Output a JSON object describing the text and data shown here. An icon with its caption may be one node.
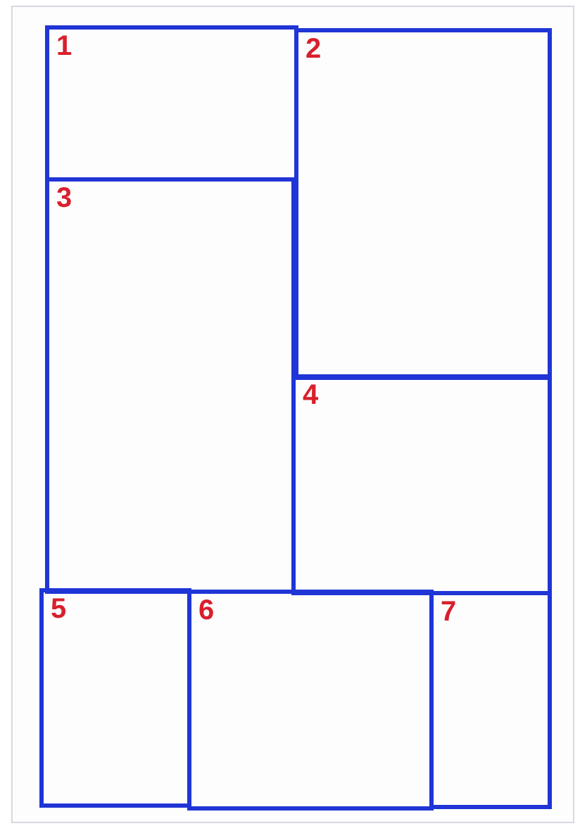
{
  "diagram": {
    "nodes": [
      {
        "text": [
          "1"
        ]
      },
      {
        "text": [
          "2"
        ]
      },
      {
        "text": [
          "3"
        ]
      },
      {
        "text": [
          "4"
        ]
      },
      {
        "text": [
          "5"
        ]
      },
      {
        "text": [
          "6"
        ]
      },
      {
        "text": [
          "7"
        ]
      }
    ]
  }
}
